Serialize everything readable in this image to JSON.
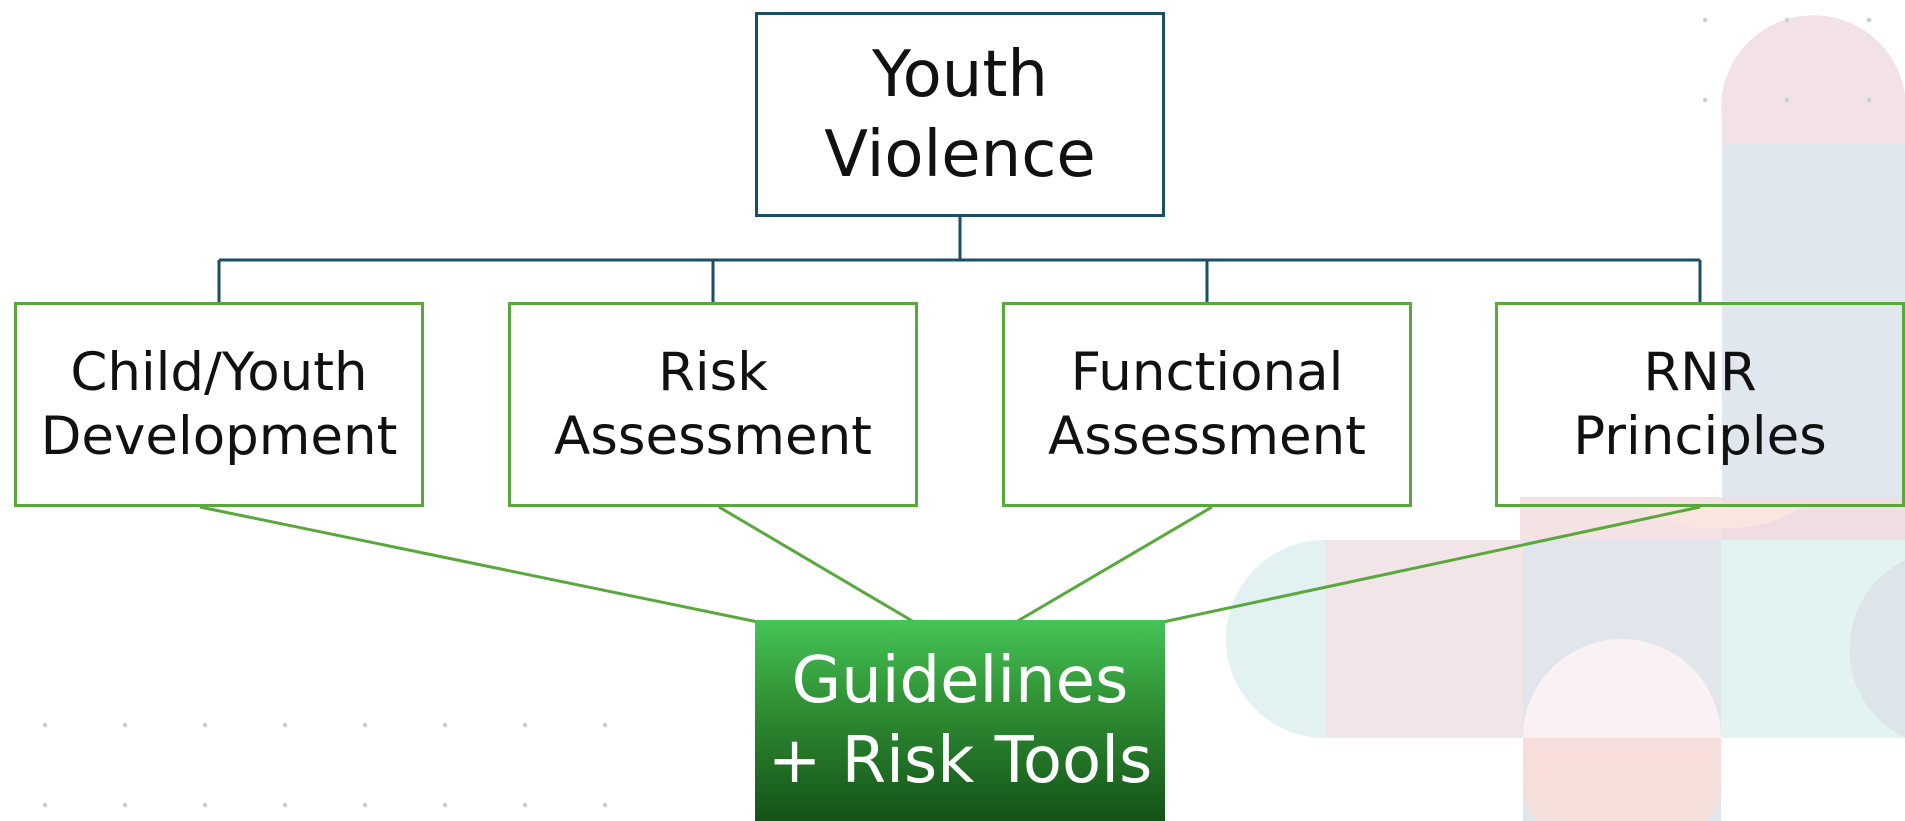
{
  "diagram": {
    "root": {
      "lines": [
        "Youth",
        "Violence"
      ]
    },
    "children": [
      {
        "lines": [
          "Child/Youth",
          "Development"
        ]
      },
      {
        "lines": [
          "Risk",
          "Assessment"
        ]
      },
      {
        "lines": [
          "Functional",
          "Assessment"
        ]
      },
      {
        "lines": [
          "RNR",
          "Principles"
        ]
      }
    ],
    "output": {
      "lines": [
        "Guidelines",
        "+ Risk Tools"
      ]
    }
  },
  "colors": {
    "root_border": "#1b4f66",
    "child_border": "#58a83c",
    "output_gradient": [
      "#46c456",
      "#145218"
    ]
  }
}
